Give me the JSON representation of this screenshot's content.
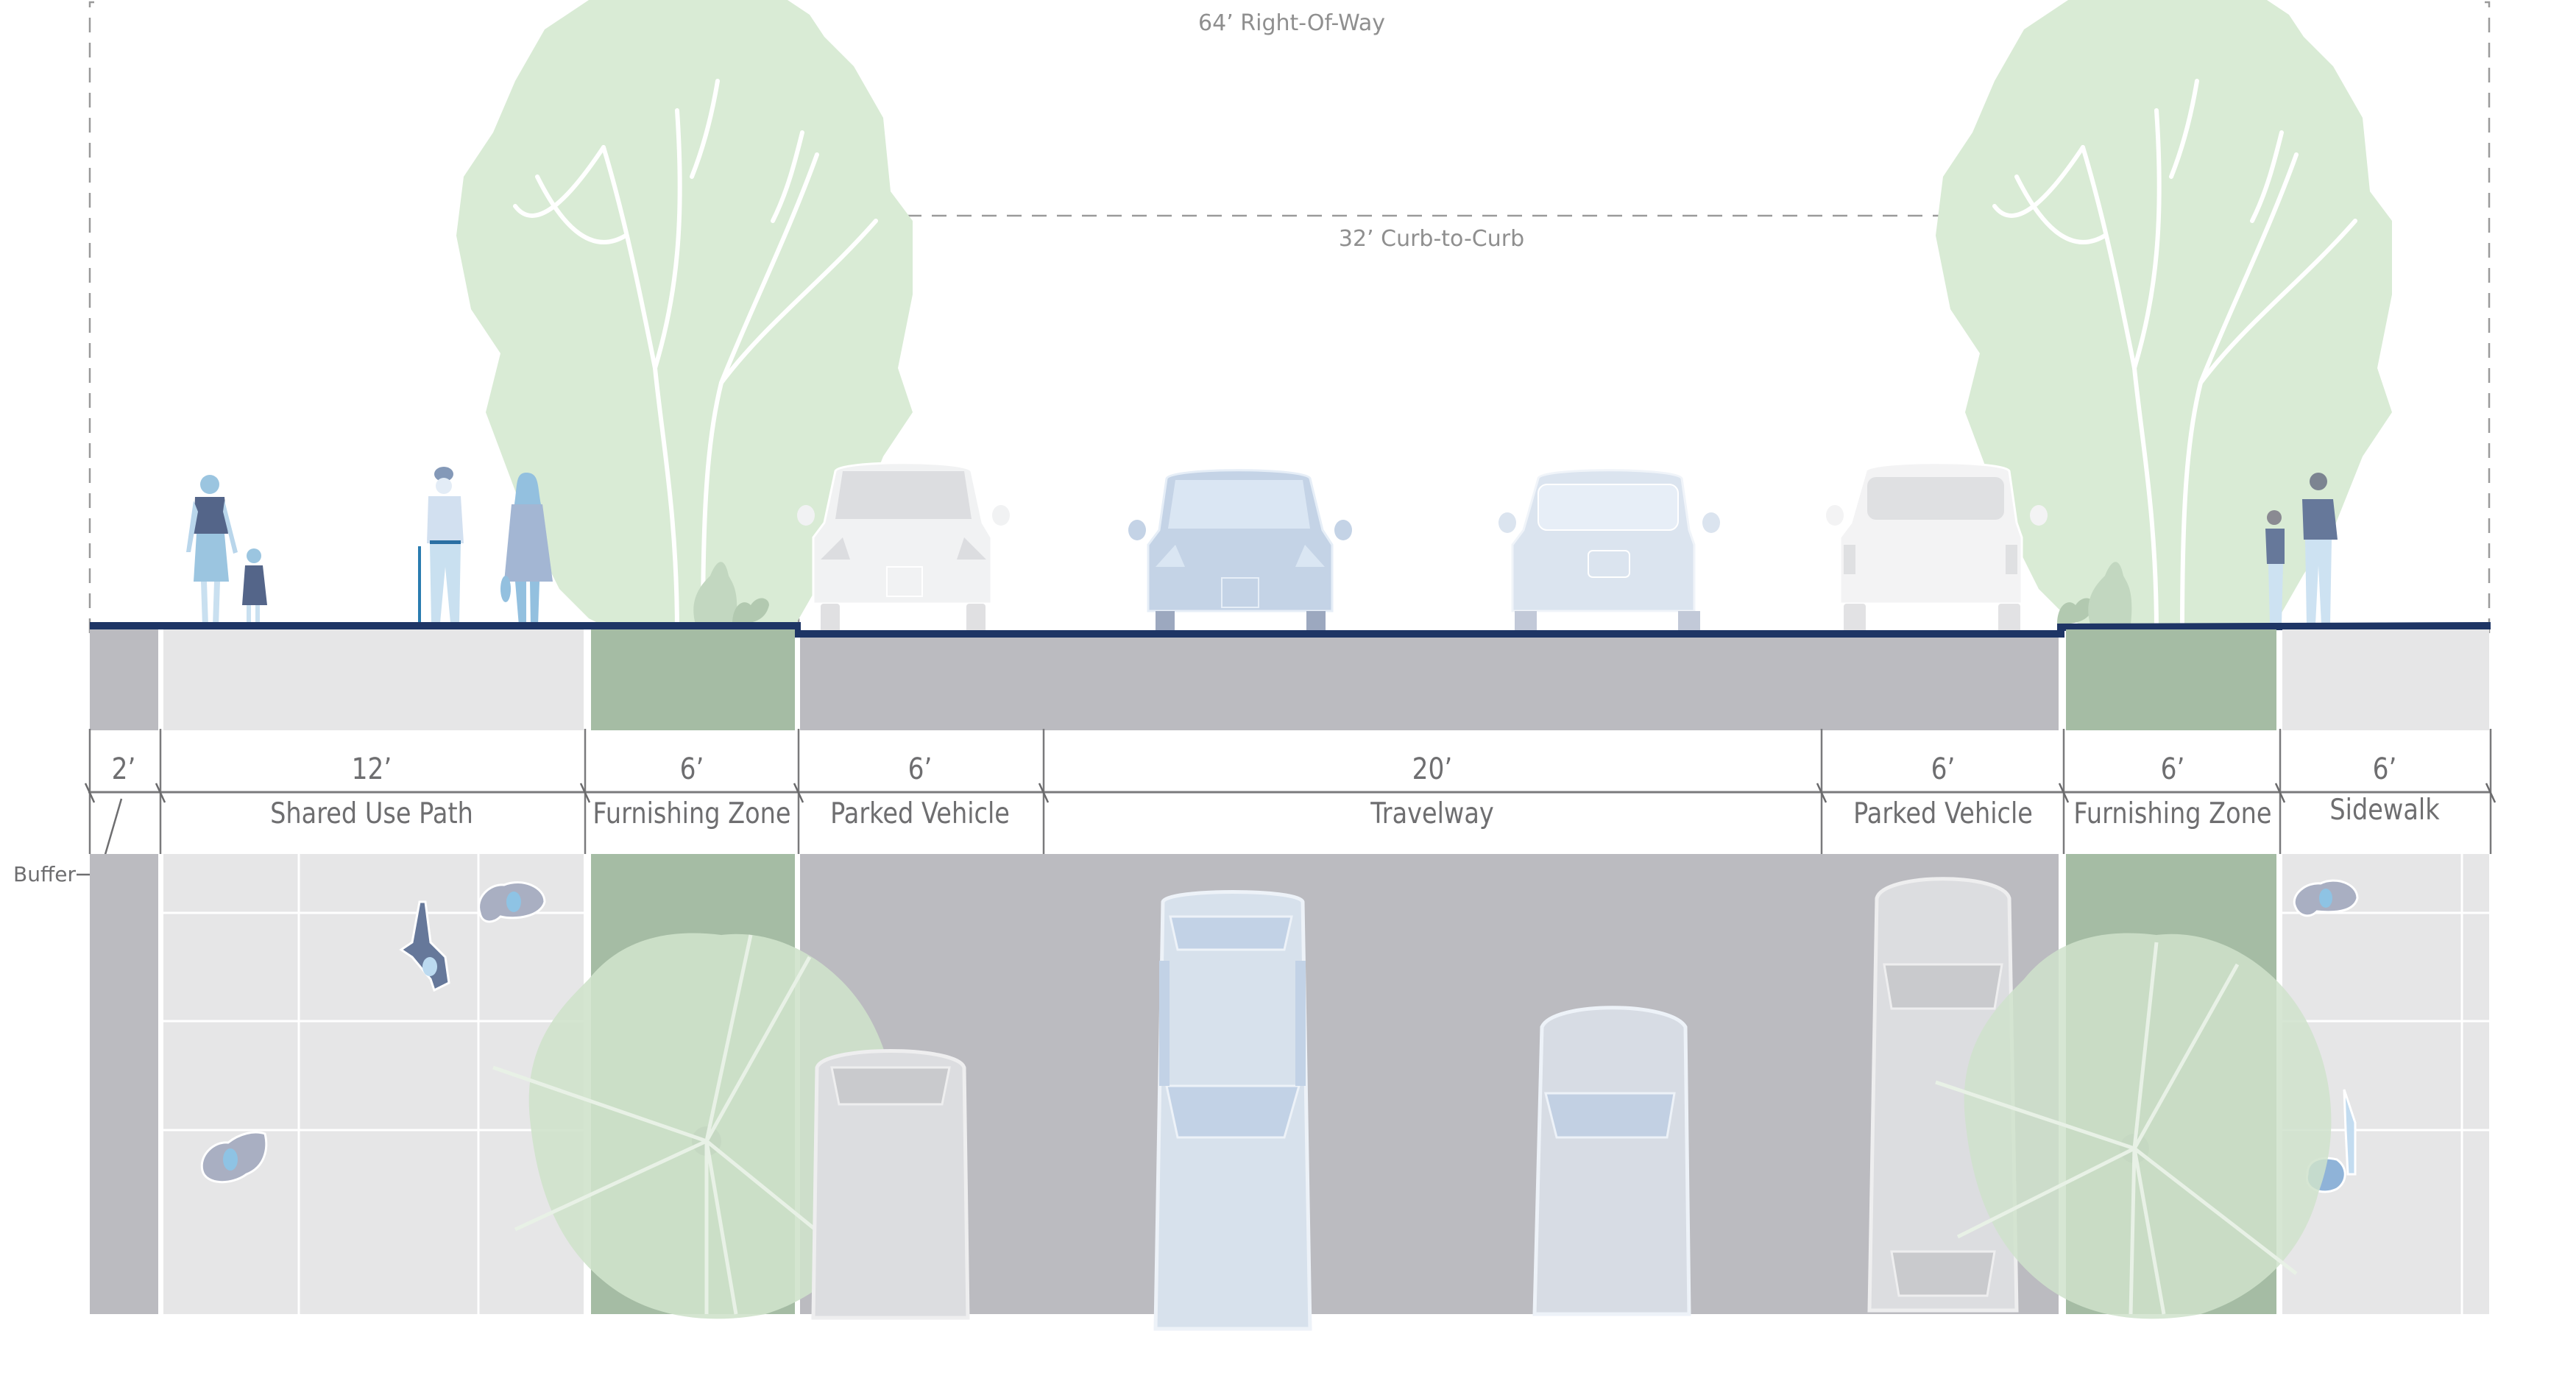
{
  "title": "Street Cross-Section and Plan",
  "dimensions": {
    "right_of_way": "64’ Right-Of-Way",
    "curb_to_curb": "32’ Curb-to-Curb"
  },
  "zones": [
    {
      "id": "buffer-left",
      "width_label": "2’",
      "name": "",
      "width_ft": 2,
      "surface": "asphalt"
    },
    {
      "id": "shared-use-path",
      "width_label": "12’",
      "name": "Shared Use Path",
      "width_ft": 12,
      "surface": "concrete"
    },
    {
      "id": "furnishing-zone-left",
      "width_label": "6’",
      "name": "Furnishing Zone",
      "width_ft": 6,
      "surface": "planting"
    },
    {
      "id": "parked-vehicle-left",
      "width_label": "6’",
      "name": "Parked Vehicle",
      "width_ft": 6,
      "surface": "asphalt"
    },
    {
      "id": "travelway",
      "width_label": "20’",
      "name": "Travelway",
      "width_ft": 20,
      "surface": "asphalt"
    },
    {
      "id": "parked-vehicle-right",
      "width_label": "6’",
      "name": "Parked Vehicle",
      "width_ft": 6,
      "surface": "asphalt"
    },
    {
      "id": "furnishing-zone-right",
      "width_label": "6’",
      "name": "Furnishing Zone",
      "width_ft": 6,
      "surface": "planting"
    },
    {
      "id": "sidewalk",
      "width_label": "6’",
      "name": "Sidewalk",
      "width_ft": 6,
      "surface": "concrete"
    }
  ],
  "callouts": {
    "buffer": "Buffer"
  },
  "colors": {
    "curb_line": "#1e3565",
    "asphalt": "#bbbbc0",
    "concrete": "#e6e6e7",
    "planting": "#a5bca4",
    "tree_canopy": "#d6ead2",
    "dim_text": "#8f8f8f",
    "label_text": "#6e6e70",
    "car_blue": "#c3d2e4",
    "car_white": "#f1f2f3"
  },
  "elevation_figures": [
    "woman-with-child",
    "elderly-man-with-cane",
    "woman-with-bag",
    "parked-car-front-left",
    "moving-car-front",
    "moving-car-rear",
    "parked-car-rear-right",
    "man-with-child",
    "tree-left",
    "tree-right",
    "shrubs-left",
    "shrubs-right"
  ],
  "plan_figures": [
    "pedestrian-top-1",
    "pedestrian-top-2",
    "cyclist-top",
    "tree-canopy-left",
    "parked-car-top-left",
    "car-top-travel-1",
    "car-top-travel-2",
    "parked-car-top-right",
    "tree-canopy-right",
    "pedestrian-top-3",
    "pedestrian-with-stroller-top"
  ]
}
